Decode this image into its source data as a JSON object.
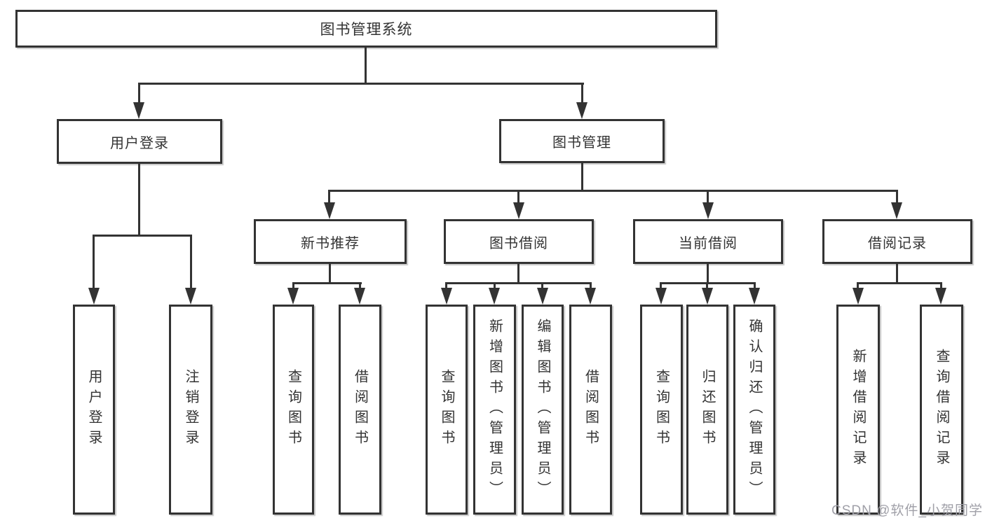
{
  "diagram": {
    "title": "图书管理系统",
    "colors": {
      "line": "#333333",
      "text": "#333333",
      "box_background": "#ffffff",
      "watermark": "#a0a0a8"
    },
    "nodes": {
      "root": {
        "label": "图书管理系统"
      },
      "level2": [
        {
          "label": "用户登录"
        },
        {
          "label": "图书管理"
        }
      ],
      "level3": [
        {
          "label": "新书推荐",
          "parent": "图书管理"
        },
        {
          "label": "图书借阅",
          "parent": "图书管理"
        },
        {
          "label": "当前借阅",
          "parent": "图书管理"
        },
        {
          "label": "借阅记录",
          "parent": "图书管理"
        }
      ],
      "leaves": [
        {
          "label": "用户登录",
          "parent": "用户登录"
        },
        {
          "label": "注销登录",
          "parent": "用户登录"
        },
        {
          "label": "查询图书",
          "parent": "新书推荐"
        },
        {
          "label": "借阅图书",
          "parent": "新书推荐"
        },
        {
          "label": "查询图书",
          "parent": "图书借阅"
        },
        {
          "label": "新增图书（管理员）",
          "parent": "图书借阅"
        },
        {
          "label": "编辑图书（管理员）",
          "parent": "图书借阅"
        },
        {
          "label": "借阅图书",
          "parent": "图书借阅"
        },
        {
          "label": "查询图书",
          "parent": "当前借阅"
        },
        {
          "label": "归还图书",
          "parent": "当前借阅"
        },
        {
          "label": "确认归还（管理员）",
          "parent": "当前借阅"
        },
        {
          "label": "新增借阅记录",
          "parent": "借阅记录"
        },
        {
          "label": "查询借阅记录",
          "parent": "借阅记录"
        }
      ]
    }
  },
  "watermark": {
    "text": "CSDN @软件_小贺同学"
  }
}
